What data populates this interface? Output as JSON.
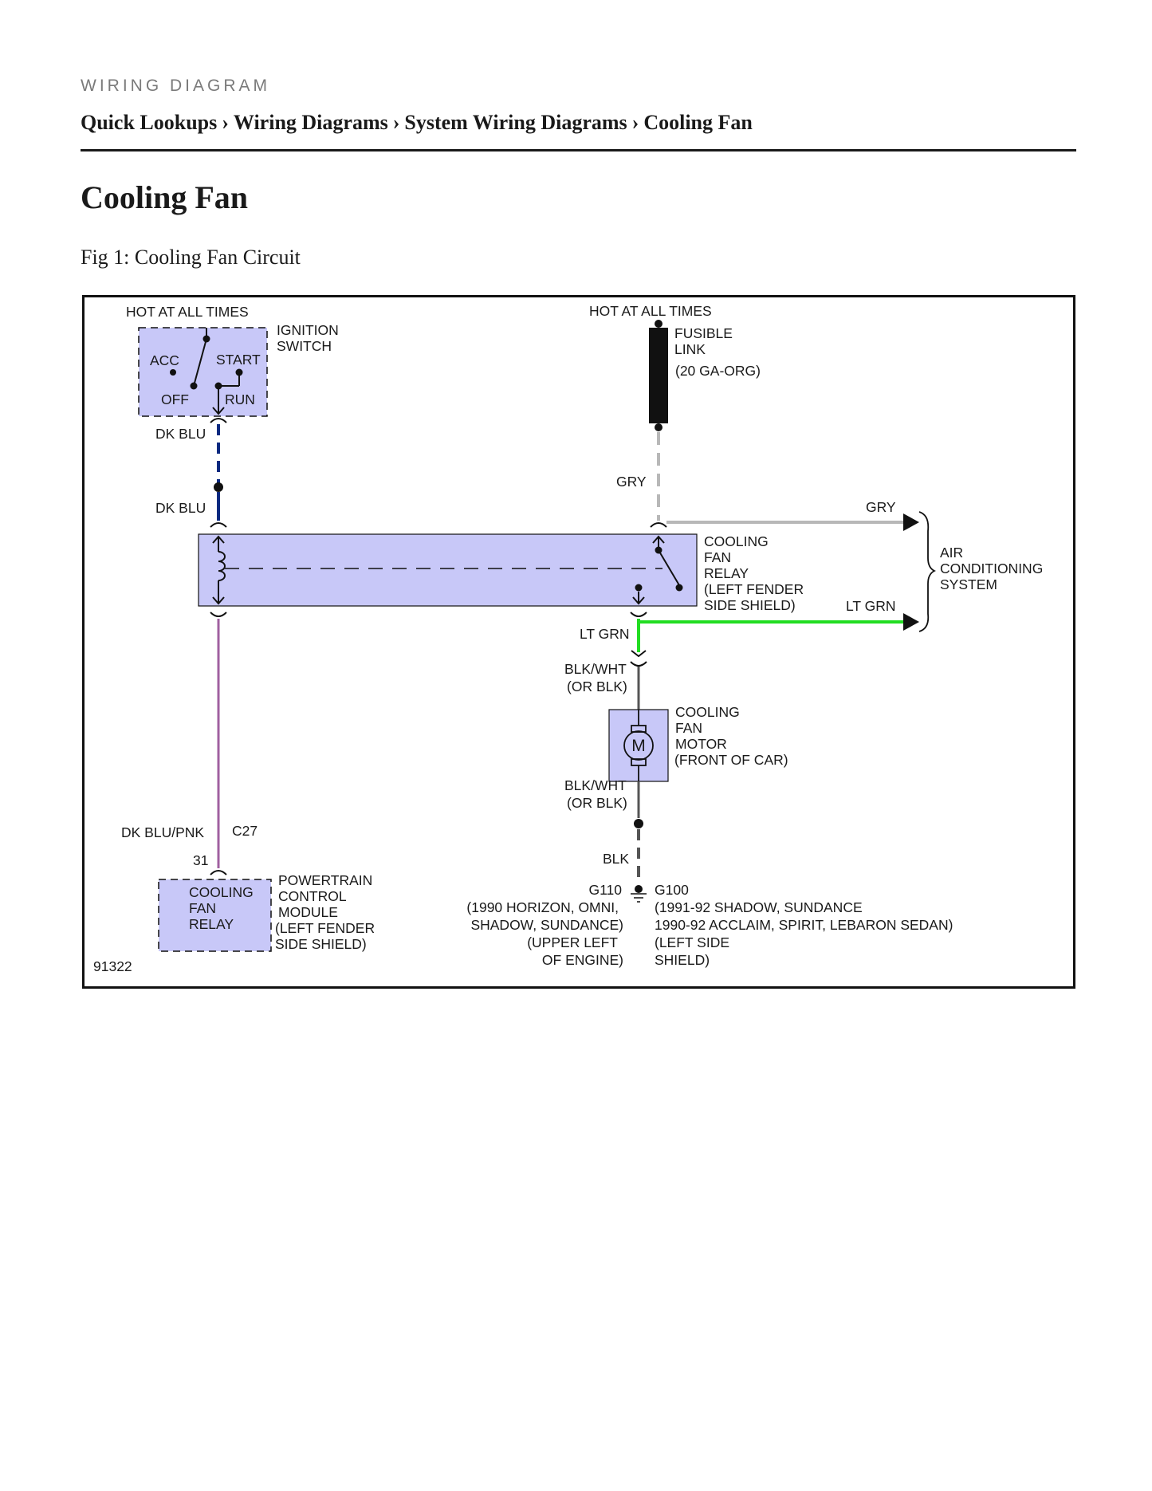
{
  "header": {
    "kicker": "WIRING DIAGRAM",
    "breadcrumb": [
      "Quick Lookups",
      "Wiring Diagrams",
      "System Wiring Diagrams",
      "Cooling Fan"
    ],
    "separator": "›"
  },
  "page": {
    "title": "Cooling Fan",
    "figure_caption": "Fig 1: Cooling Fan Circuit"
  },
  "diagram": {
    "figure_id": "91322",
    "colors": {
      "component_fill": "#c8c8f8",
      "wire_dk_blu": "#0a2a80",
      "wire_gry": "#b8b8b8",
      "wire_lt_grn": "#22dd22",
      "wire_dk_blu_pnk": "#a060a0",
      "wire_blk": "#555555"
    },
    "ignition": {
      "hot_label": "HOT AT ALL TIMES",
      "name": [
        "IGNITION",
        "SWITCH"
      ],
      "positions": {
        "acc": "ACC",
        "start": "START",
        "off": "OFF",
        "run": "RUN"
      }
    },
    "fusible": {
      "hot_label": "HOT AT ALL TIMES",
      "name": [
        "FUSIBLE",
        "LINK"
      ],
      "spec": "(20 GA-ORG)"
    },
    "wires": {
      "dk_blu_upper": "DK BLU",
      "dk_blu_lower": "DK BLU",
      "gry_vertical": "GRY",
      "gry_ac": "GRY",
      "lt_grn_ac": "LT GRN",
      "lt_grn_motor": "LT GRN",
      "blk_wht_top": [
        "BLK/WHT",
        "(OR BLK)"
      ],
      "blk_wht_bottom": [
        "BLK/WHT",
        "(OR BLK)"
      ],
      "blk": "BLK",
      "dk_blu_pnk": "DK BLU/PNK"
    },
    "relay": {
      "label": [
        "COOLING",
        "FAN",
        "RELAY",
        "(LEFT FENDER",
        "SIDE SHIELD)"
      ]
    },
    "ac_system": {
      "label": [
        "AIR",
        "CONDITIONING",
        "SYSTEM"
      ]
    },
    "motor": {
      "symbol": "M",
      "label": [
        "COOLING",
        "FAN",
        "MOTOR",
        "(FRONT OF CAR)"
      ]
    },
    "connector": {
      "id": "C27",
      "pin": "31"
    },
    "pcm": {
      "inner_label": [
        "COOLING",
        "FAN",
        "RELAY"
      ],
      "label": [
        "POWERTRAIN",
        "CONTROL",
        "MODULE",
        "(LEFT FENDER",
        "SIDE SHIELD)"
      ]
    },
    "grounds": {
      "g110": {
        "id": "G110",
        "notes": [
          "(1990 HORIZON, OMNI,",
          "SHADOW, SUNDANCE)",
          "(UPPER LEFT",
          "OF ENGINE)"
        ]
      },
      "g100": {
        "id": "G100",
        "notes": [
          "(1991-92 SHADOW, SUNDANCE",
          "1990-92 ACCLAIM, SPIRIT, LEBARON SEDAN)",
          "(LEFT SIDE",
          "SHIELD)"
        ]
      }
    }
  }
}
